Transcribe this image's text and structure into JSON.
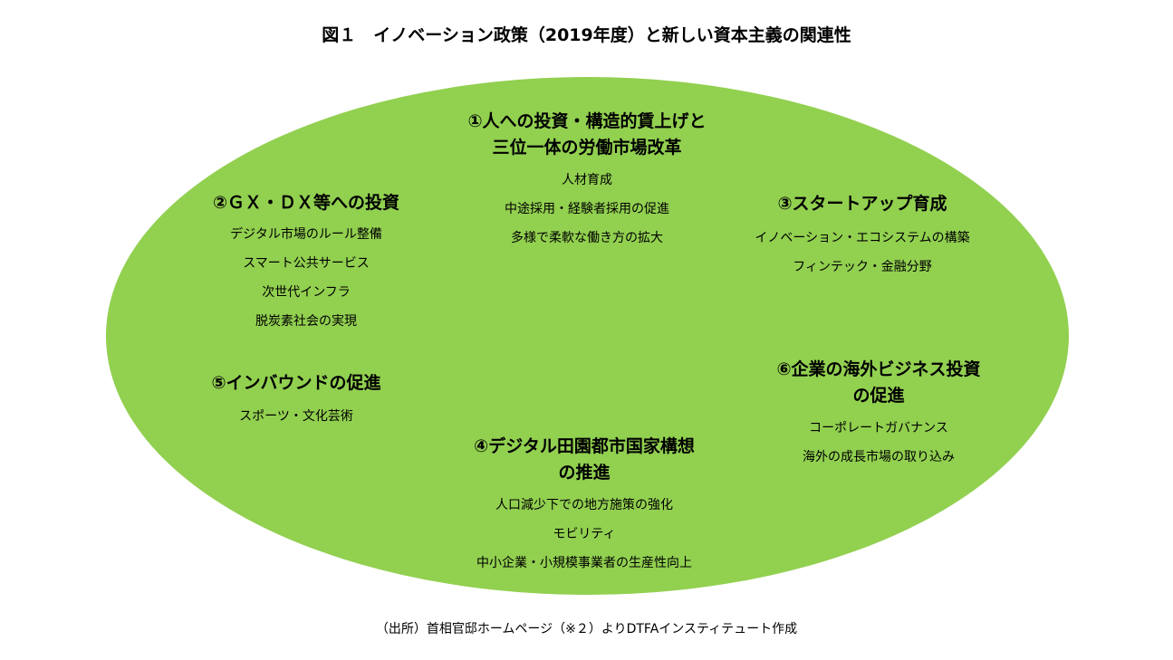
{
  "title": "図１　イノベーション政策（2019年度）と新しい資本主義の関連性",
  "colors": {
    "ellipse": "#92d050"
  },
  "groups": [
    {
      "heading": [
        "①人への投資・構造的賃上げと",
        "三位一体の労働市場改革"
      ],
      "items": [
        "人材育成",
        "中途採用・経験者採用の促進",
        "多様で柔軟な働き方の拡大"
      ]
    },
    {
      "heading": [
        "②ＧＸ・ＤＸ等への投資"
      ],
      "items": [
        "デジタル市場のルール整備",
        "スマート公共サービス",
        "次世代インフラ",
        "脱炭素社会の実現"
      ]
    },
    {
      "heading": [
        "③スタートアップ育成"
      ],
      "items": [
        "イノベーション・エコシステムの構築",
        "フィンテック・金融分野"
      ]
    },
    {
      "heading": [
        "④デジタル田園都市国家構想",
        "の推進"
      ],
      "items": [
        "人口減少下での地方施策の強化",
        "モビリティ",
        "中小企業・小規模事業者の生産性向上"
      ]
    },
    {
      "heading": [
        "⑤インバウンドの促進"
      ],
      "items": [
        "スポーツ・文化芸術"
      ]
    },
    {
      "heading": [
        "⑥企業の海外ビジネス投資",
        "の促進"
      ],
      "items": [
        "コーポレートガバナンス",
        "海外の成長市場の取り込み"
      ]
    }
  ],
  "source": "（出所）首相官邸ホームページ（※２）よりDTFAインスティテュート作成"
}
